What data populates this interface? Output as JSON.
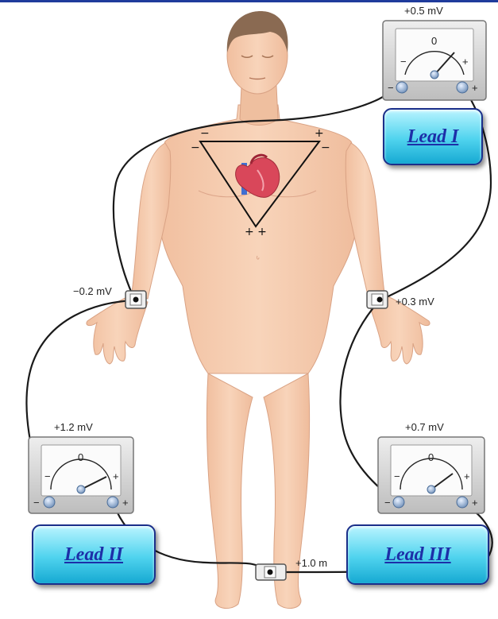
{
  "meters": {
    "lead1": {
      "reading": "+0.5 mV",
      "scale_zero": "0",
      "minus": "−",
      "plus": "+"
    },
    "lead2": {
      "reading": "+1.2 mV",
      "scale_zero": "0",
      "minus": "−",
      "plus": "+"
    },
    "lead3": {
      "reading": "+0.7 mV",
      "scale_zero": "0",
      "minus": "−",
      "plus": "+"
    }
  },
  "electrodes": {
    "right_arm": "−0.2 mV",
    "left_arm": "+0.3 mV",
    "left_leg": "+1.0 m"
  },
  "triangle_signs": {
    "top_left_upper": "−",
    "top_left_lower": "−",
    "top_right_upper": "+",
    "top_right_lower": "−",
    "bottom": "+ +"
  },
  "leads": {
    "lead1": "Lead I",
    "lead2": "Lead II",
    "lead3": "Lead III"
  },
  "colors": {
    "skin": "#f6cdb0",
    "hair": "#8a6a52",
    "lead_box_border": "#1b2f8a",
    "lead_text": "#1d2fa8",
    "wire": "#1a1a1a"
  }
}
